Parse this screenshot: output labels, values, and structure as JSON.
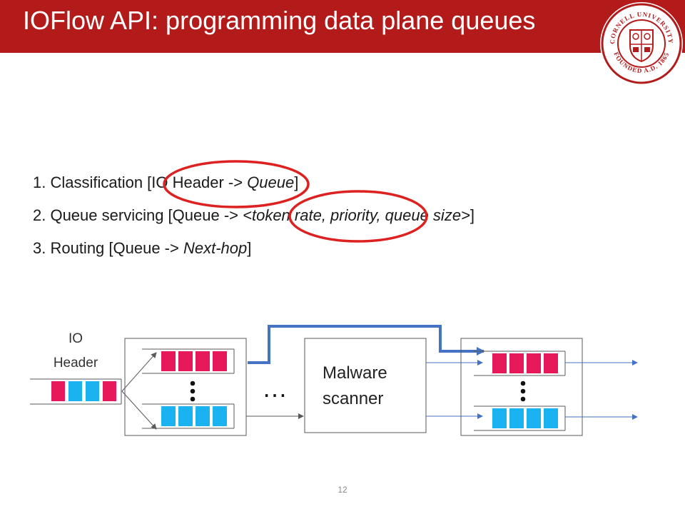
{
  "slide": {
    "title": "IOFlow API: programming data plane queues",
    "number": "12"
  },
  "logo": {
    "text_top": "CORNELL UNIVERSITY",
    "text_bottom": "FOUNDED A.D. 1865",
    "icon": "cornell-seal-icon"
  },
  "bullets": [
    {
      "prefix": "1. Classification [IO Header -> ",
      "italic": "Queue",
      "suffix": "]"
    },
    {
      "prefix": "2. Queue servicing [Queue -> ",
      "italic": "<token rate, priority, queue size>",
      "suffix": "]"
    },
    {
      "prefix": "3. Routing [Queue -> ",
      "italic": "Next-hop",
      "suffix": "]"
    }
  ],
  "diagram": {
    "io_header_label_1": "IO",
    "io_header_label_2": "Header",
    "malware_label_1": "Malware",
    "malware_label_2": "scanner",
    "ellipsis": "…"
  },
  "colors": {
    "brand_red": "#b31b1b",
    "queue_pink": "#e6195a",
    "queue_blue": "#1ab2ef",
    "routing_line": "#4472c4",
    "ellipse_red": "#dd2020",
    "arrow_gray": "#595959"
  }
}
